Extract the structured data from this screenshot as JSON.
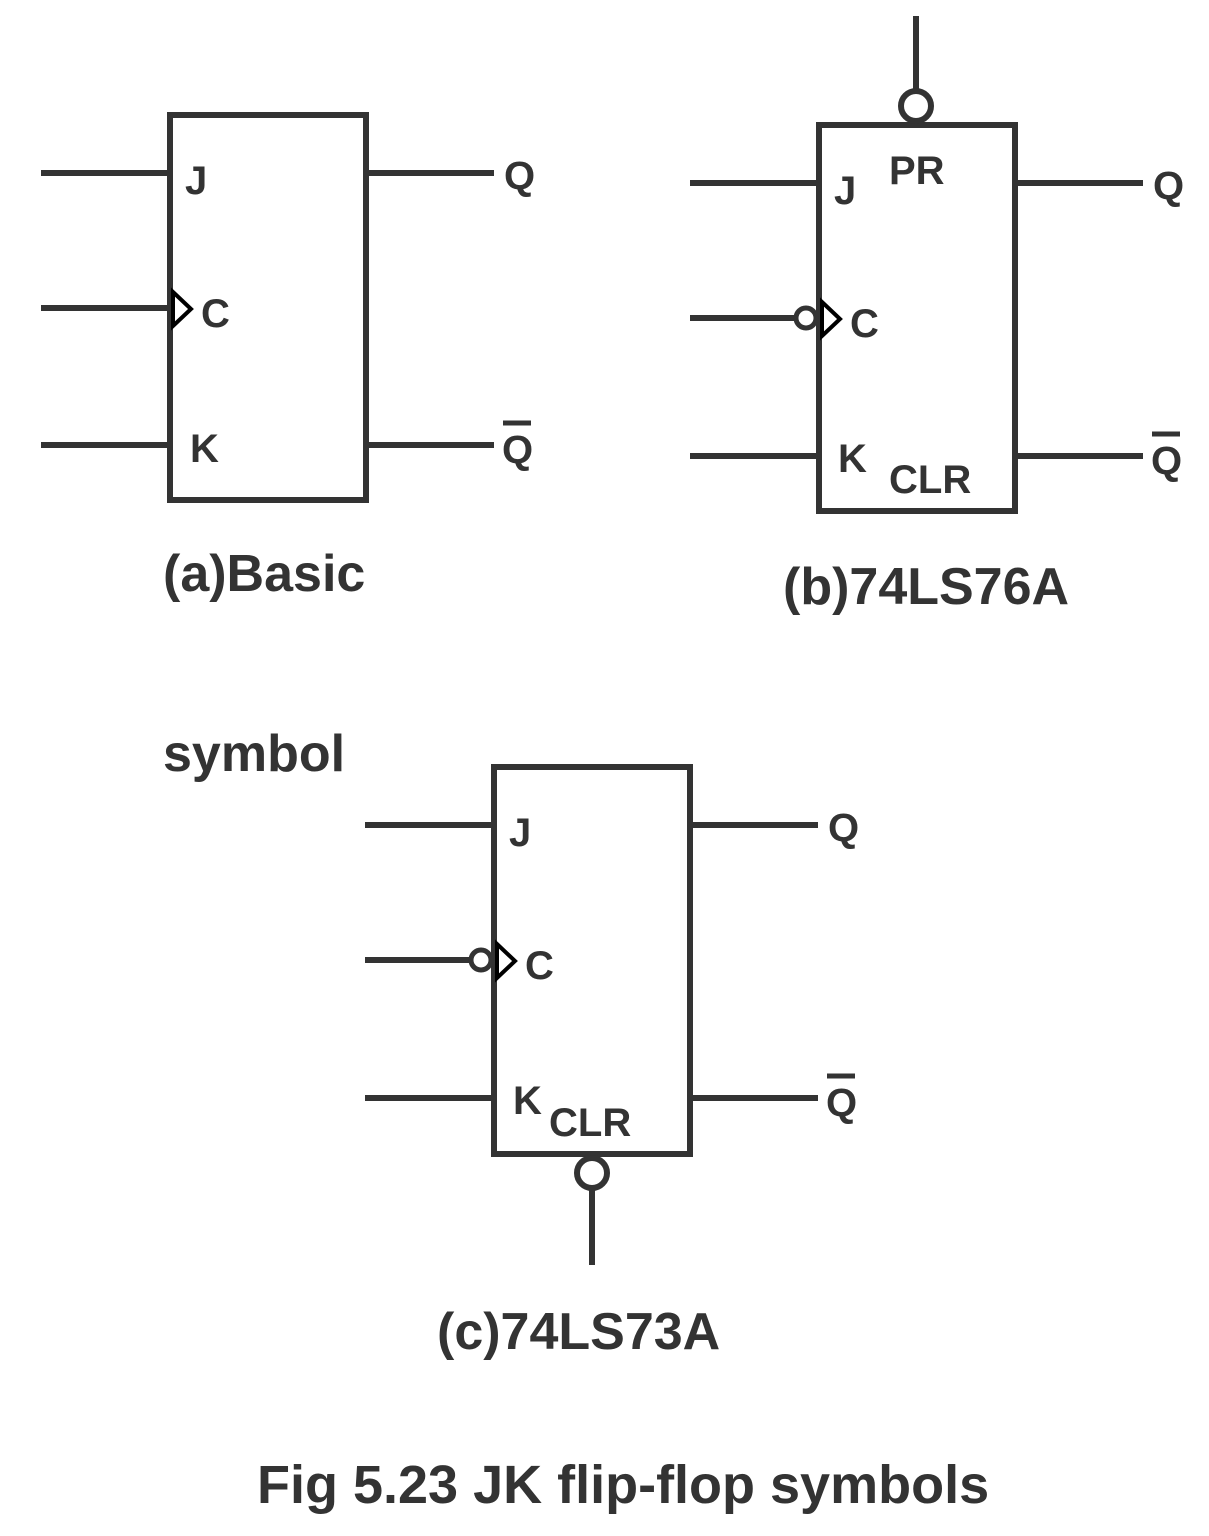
{
  "figure_title": "Fig 5.23 JK flip-flop symbols",
  "colors": {
    "ink": "#333333",
    "clock": "#000000",
    "background": "#ffffff"
  },
  "panels": {
    "a": {
      "caption": "(a)Basic",
      "inputs": {
        "j": "J",
        "c": "C",
        "k": "K"
      },
      "outputs": {
        "q": "Q",
        "qbar": "Q"
      }
    },
    "b": {
      "caption": "(b)74LS76A",
      "inputs": {
        "j": "J",
        "c": "C",
        "k": "K"
      },
      "outputs": {
        "q": "Q",
        "qbar": "Q"
      },
      "preset": "PR",
      "clear": "CLR"
    },
    "c": {
      "label_above": "symbol",
      "caption": "(c)74LS73A",
      "inputs": {
        "j": "J",
        "c": "C",
        "k": "K"
      },
      "outputs": {
        "q": "Q",
        "qbar": "Q"
      },
      "clear": "CLR"
    }
  }
}
